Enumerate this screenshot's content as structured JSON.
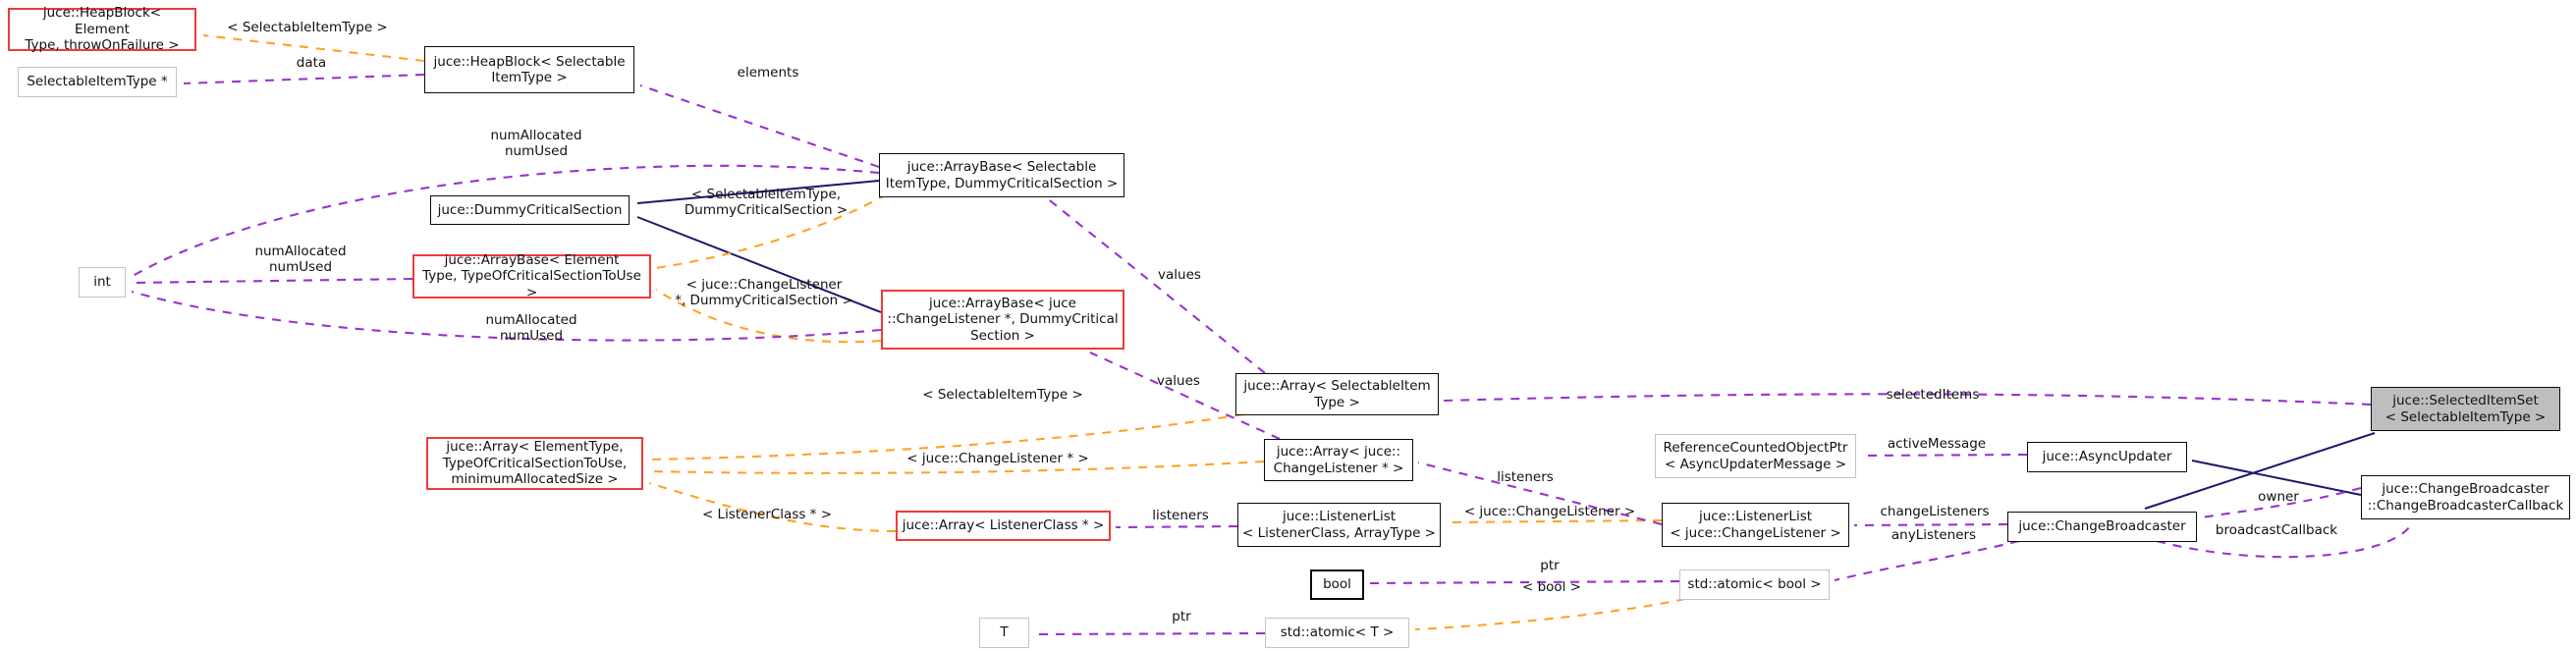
{
  "diagram": {
    "title": "juce::SelectedItemSet collaboration graph",
    "colors": {
      "inheritance_edge": "#191970",
      "usage_edge": "#9a32cd",
      "template_edge": "#ffa320",
      "documented_border": "#0a0a0a",
      "truncated_border": "#ee3b3b",
      "external_border": "#c3c3c3",
      "current_node_fill": "#bebebe",
      "background": "#ffffff"
    },
    "nodes": [
      {
        "id": "heapblock-template",
        "label": "juce::HeapBlock< Element\nType, throwOnFailure >"
      },
      {
        "id": "selectableitemtype-ptr",
        "label": "SelectableItemType *"
      },
      {
        "id": "heapblock-selectable",
        "label": "juce::HeapBlock< Selectable\nItemType >"
      },
      {
        "id": "arraybase-selectable",
        "label": "juce::ArrayBase< Selectable\nItemType, DummyCriticalSection >"
      },
      {
        "id": "dummycriticalsection",
        "label": "juce::DummyCriticalSection"
      },
      {
        "id": "int",
        "label": "int"
      },
      {
        "id": "arraybase-template",
        "label": "juce::ArrayBase< Element\nType, TypeOfCriticalSectionToUse >"
      },
      {
        "id": "arraybase-changelistener",
        "label": "juce::ArrayBase< juce\n::ChangeListener *, DummyCritical\nSection >"
      },
      {
        "id": "array-selectableitemtype",
        "label": "juce::Array< SelectableItem\nType >"
      },
      {
        "id": "array-template",
        "label": "juce::Array< ElementType,\nTypeOfCriticalSectionToUse,\nminimumAllocatedSize >"
      },
      {
        "id": "array-changelistener",
        "label": "juce::Array< juce::\nChangeListener * >"
      },
      {
        "id": "array-listenerclass",
        "label": "juce::Array< ListenerClass * >"
      },
      {
        "id": "listenerlist-template",
        "label": "juce::ListenerList\n< ListenerClass, ArrayType >"
      },
      {
        "id": "listenerlist-changelistener",
        "label": "juce::ListenerList\n< juce::ChangeListener >"
      },
      {
        "id": "referencecountedobjectptr",
        "label": "ReferenceCountedObjectPtr\n< AsyncUpdaterMessage >"
      },
      {
        "id": "asyncupdater",
        "label": "juce::AsyncUpdater"
      },
      {
        "id": "changebroadcaster",
        "label": "juce::ChangeBroadcaster"
      },
      {
        "id": "selecteditemset",
        "label": "juce::SelectedItemSet\n< SelectableItemType >"
      },
      {
        "id": "changebroadcastercallback",
        "label": "juce::ChangeBroadcaster\n::ChangeBroadcasterCallback"
      },
      {
        "id": "bool",
        "label": "bool"
      },
      {
        "id": "atomic-bool",
        "label": "std::atomic< bool >"
      },
      {
        "id": "t",
        "label": "T"
      },
      {
        "id": "atomic-t",
        "label": "std::atomic< T >"
      }
    ],
    "edge_labels": [
      {
        "id": "tmpl-heapblock",
        "text": "< SelectableItemType >"
      },
      {
        "id": "data",
        "text": "data"
      },
      {
        "id": "elements",
        "text": "elements"
      },
      {
        "id": "numallocated-top",
        "text": "numAllocated\nnumUsed"
      },
      {
        "id": "tmpl-arraybase-sel",
        "text": "< SelectableItemType,\nDummyCriticalSection >"
      },
      {
        "id": "numallocated-mid",
        "text": "numAllocated\nnumUsed"
      },
      {
        "id": "tmpl-arraybase-cl",
        "text": "< juce::ChangeListener\n*, DummyCriticalSection >"
      },
      {
        "id": "numallocated-bottom",
        "text": "numAllocated\nnumUsed"
      },
      {
        "id": "values-top",
        "text": "values"
      },
      {
        "id": "values-bottom",
        "text": "values"
      },
      {
        "id": "tmpl-array-sel",
        "text": "< SelectableItemType >"
      },
      {
        "id": "tmpl-array-cl",
        "text": "< juce::ChangeListener * >"
      },
      {
        "id": "tmpl-array-lc",
        "text": "< ListenerClass * >"
      },
      {
        "id": "listeners-left",
        "text": "listeners"
      },
      {
        "id": "tmpl-listenerlist",
        "text": "< juce::ChangeListener >"
      },
      {
        "id": "listeners-right",
        "text": "listeners"
      },
      {
        "id": "selecteditems",
        "text": "selectedItems"
      },
      {
        "id": "activemessage",
        "text": "activeMessage"
      },
      {
        "id": "changelisteners",
        "text": "changeListeners"
      },
      {
        "id": "anylisteners",
        "text": "anyListeners"
      },
      {
        "id": "owner",
        "text": "owner"
      },
      {
        "id": "broadcastcallback",
        "text": "broadcastCallback"
      },
      {
        "id": "ptr-bool",
        "text": "ptr"
      },
      {
        "id": "tmpl-atomic-bool",
        "text": "< bool >"
      },
      {
        "id": "ptr-t",
        "text": "ptr"
      }
    ]
  }
}
